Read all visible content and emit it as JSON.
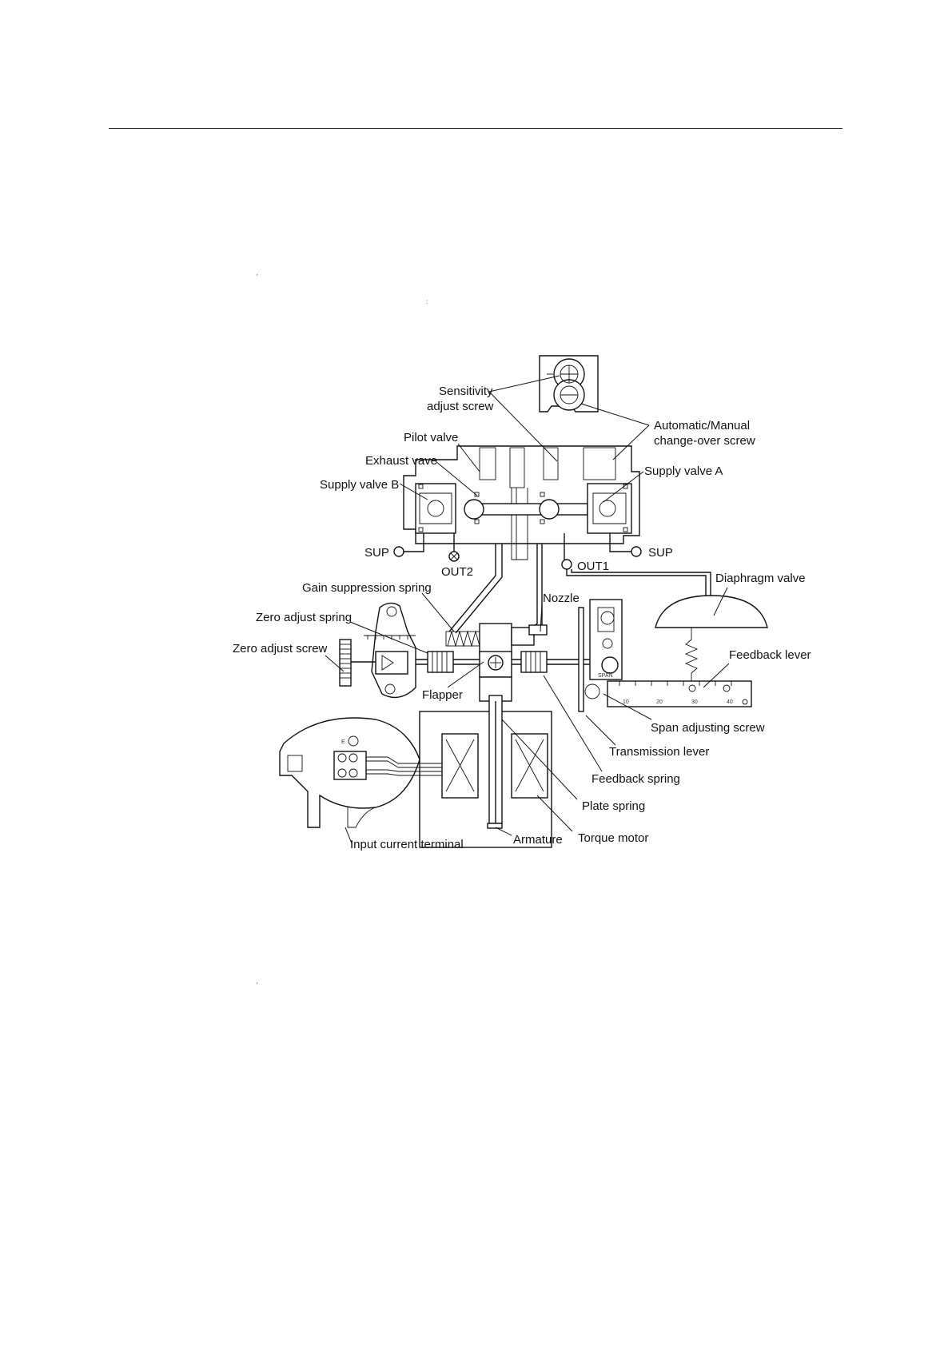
{
  "labels": {
    "sensitivity_line1": "Sensitivity",
    "sensitivity_line2": "adjust screw",
    "auto_manual_line1": "Automatic/Manual",
    "auto_manual_line2": "change-over screw",
    "pilot_valve": "Pilot valve",
    "exhaust_valve": "Exhaust vave",
    "supply_valve_b": "Supply valve B",
    "supply_valve_a": "Supply valve A",
    "sup_left": "SUP",
    "sup_right": "SUP",
    "out2": "OUT2",
    "out1": "OUT1",
    "diaphragm_valve": "Diaphragm valve",
    "gain_suppression_spring": "Gain suppression spring",
    "nozzle": "Nozzle",
    "zero_adjust_spring": "Zero adjust spring",
    "zero_adjust_screw": "Zero adjust screw",
    "feedback_lever": "Feedback lever",
    "flapper": "Flapper",
    "span_adjusting_screw": "Span adjusting screw",
    "transmission_lever": "Transmission lever",
    "feedback_spring": "Feedback spring",
    "plate_spring": "Plate spring",
    "input_current_terminal": "Input current terminal",
    "armature": "Armature",
    "torque_motor": "Torque motor"
  },
  "scale_ticks": [
    "10",
    "20",
    "30",
    "40"
  ],
  "terminal_mark": "E",
  "span_mark": "SPAN"
}
